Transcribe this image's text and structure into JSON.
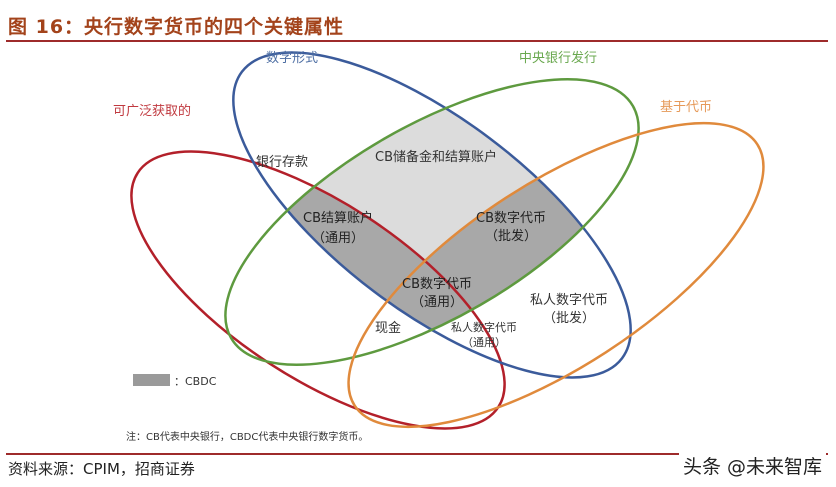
{
  "header": {
    "title": "图 16：央行数字货币的四个关键属性"
  },
  "diagram": {
    "type": "venn",
    "sets": [
      {
        "id": "accessible",
        "label": "可广泛获取的",
        "color": "#b3202a"
      },
      {
        "id": "digital",
        "label": "数字形式",
        "color": "#3b5b9b"
      },
      {
        "id": "cb_issued",
        "label": "中央银行发行",
        "color": "#5e9a3f"
      },
      {
        "id": "token_based",
        "label": "基于代币",
        "color": "#e08a3c"
      }
    ],
    "regions": [
      {
        "id": "bank_deposits",
        "line1": "银行存款",
        "line2": "",
        "shaded": false
      },
      {
        "id": "cb_reserves",
        "line1": "CB储备金和结算账户",
        "line2": "",
        "shaded": "light"
      },
      {
        "id": "cb_settlement_general",
        "line1": "CB结算账户",
        "line2": "（通用）",
        "shaded": true
      },
      {
        "id": "cb_token_wholesale",
        "line1": "CB数字代币",
        "line2": "（批发）",
        "shaded": true
      },
      {
        "id": "cb_token_general",
        "line1": "CB数字代币",
        "line2": "（通用）",
        "shaded": true
      },
      {
        "id": "cash",
        "line1": "现金",
        "line2": "",
        "shaded": false
      },
      {
        "id": "private_token_general",
        "line1": "私人数字代币",
        "line2": "（通用）",
        "shaded": false
      },
      {
        "id": "private_token_wholesale",
        "line1": "私人数字代币",
        "line2": "（批发）",
        "shaded": false
      }
    ],
    "legend": {
      "swatch_color": "#9a9a9a",
      "label": "：CBDC"
    },
    "note": "注：CB代表中央银行，CBDC代表中央银行数字货币。"
  },
  "footer": {
    "source": "资料来源：CPIM，招商证券",
    "watermark": "头条 @未来智库"
  },
  "colors": {
    "title": "#a3431b",
    "rule": "#9e2b2b",
    "shade_dark": "#a8a8a8",
    "shade_light": "#dcdcdc"
  }
}
